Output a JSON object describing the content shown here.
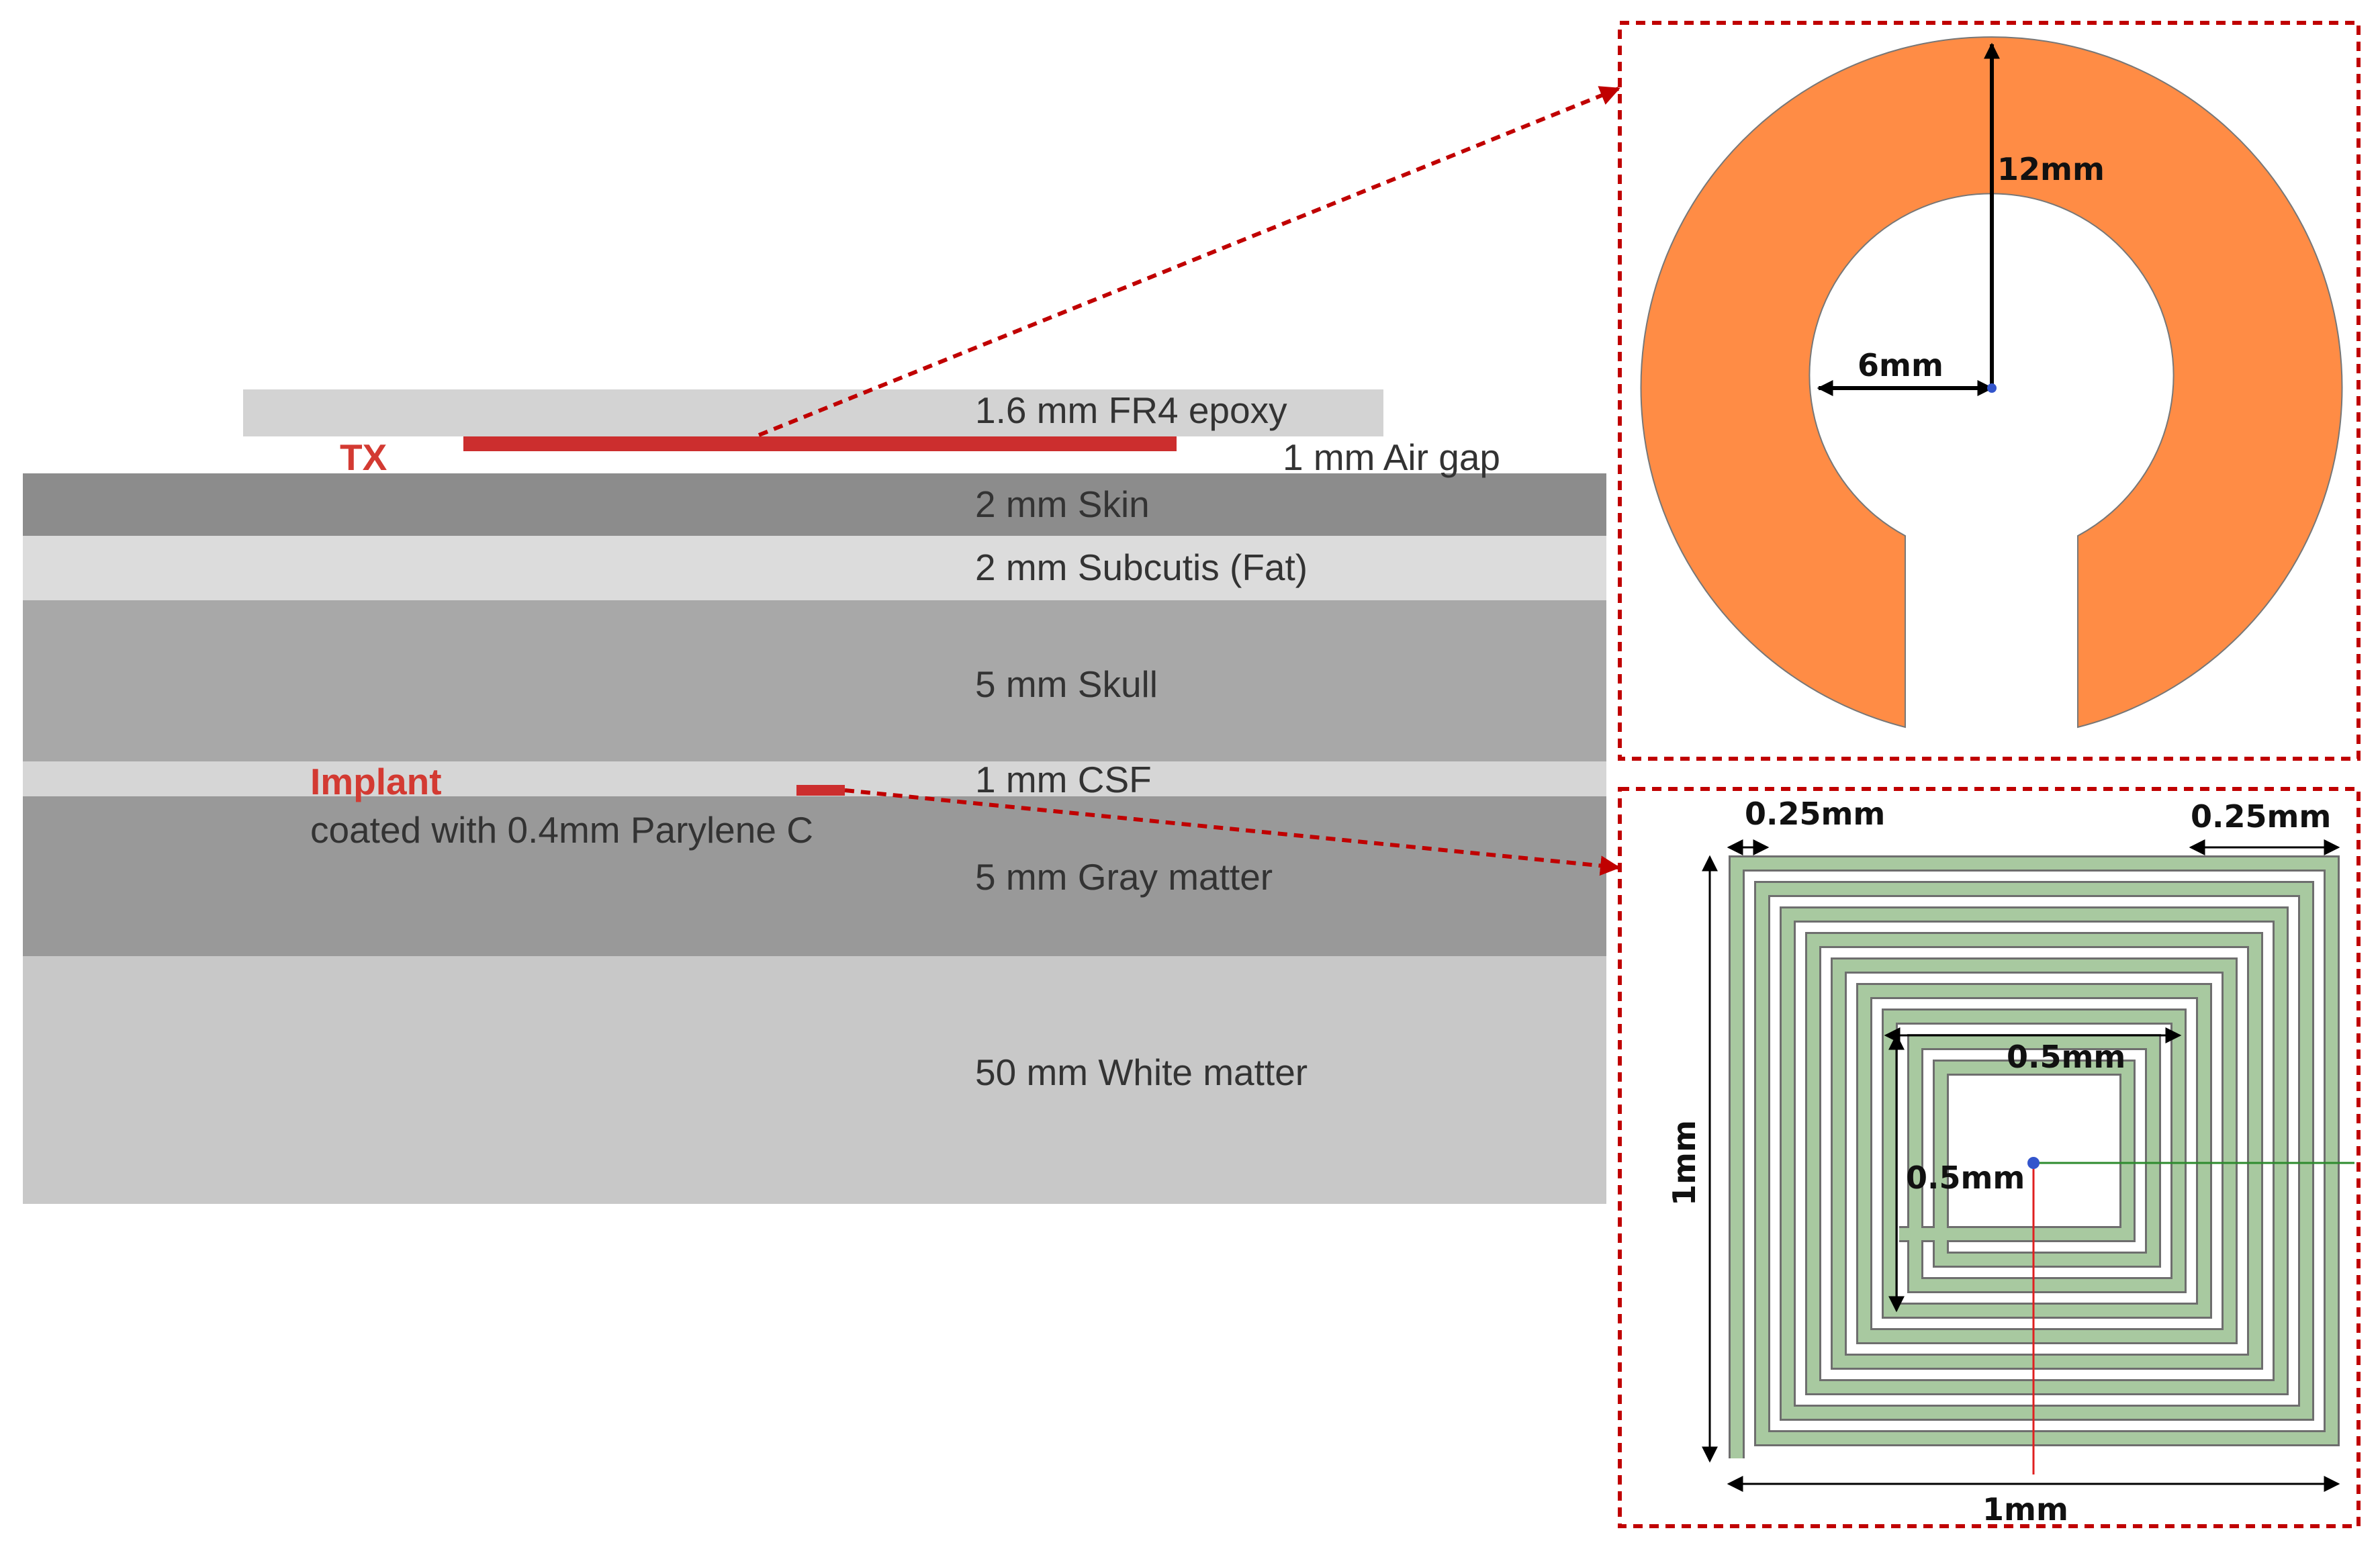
{
  "colors": {
    "layer_fr4": "#d3d3d3",
    "layer_skin": "#8c8c8c",
    "layer_fat": "#dcdcdc",
    "layer_skull": "#a8a8a8",
    "layer_csf": "#d6d6d6",
    "layer_gray": "#999999",
    "layer_white": "#c8c8c8",
    "tx_coil": "#cc2e2e",
    "implant": "#cc2e2e",
    "callout_border": "#c00000",
    "ring_fill": "#ff8c45",
    "spiral_trace": "#a8c9a0"
  },
  "cross_section": {
    "layers": [
      {
        "id": "fr4",
        "label": "1.6 mm FR4 epoxy"
      },
      {
        "id": "air",
        "label": "1 mm Air gap"
      },
      {
        "id": "skin",
        "label": "2 mm Skin"
      },
      {
        "id": "fat",
        "label": "2 mm Subcutis (Fat)"
      },
      {
        "id": "skull",
        "label": "5 mm Skull"
      },
      {
        "id": "csf",
        "label": "1 mm CSF"
      },
      {
        "id": "gray",
        "label": "5 mm Gray matter"
      },
      {
        "id": "white",
        "label": "50 mm White matter"
      }
    ],
    "tx_label": "TX",
    "implant_label": "Implant",
    "implant_note": "coated with 0.4mm Parylene C"
  },
  "tx_antenna": {
    "outer_dim": "12mm",
    "inner_dim": "6mm"
  },
  "implant_antenna": {
    "trace_top_left": "0.25mm",
    "trace_top_right": "0.25mm",
    "inner_width": "0.5mm",
    "inner_height": "0.5mm",
    "outer_height": "1mm",
    "outer_width": "1mm"
  }
}
